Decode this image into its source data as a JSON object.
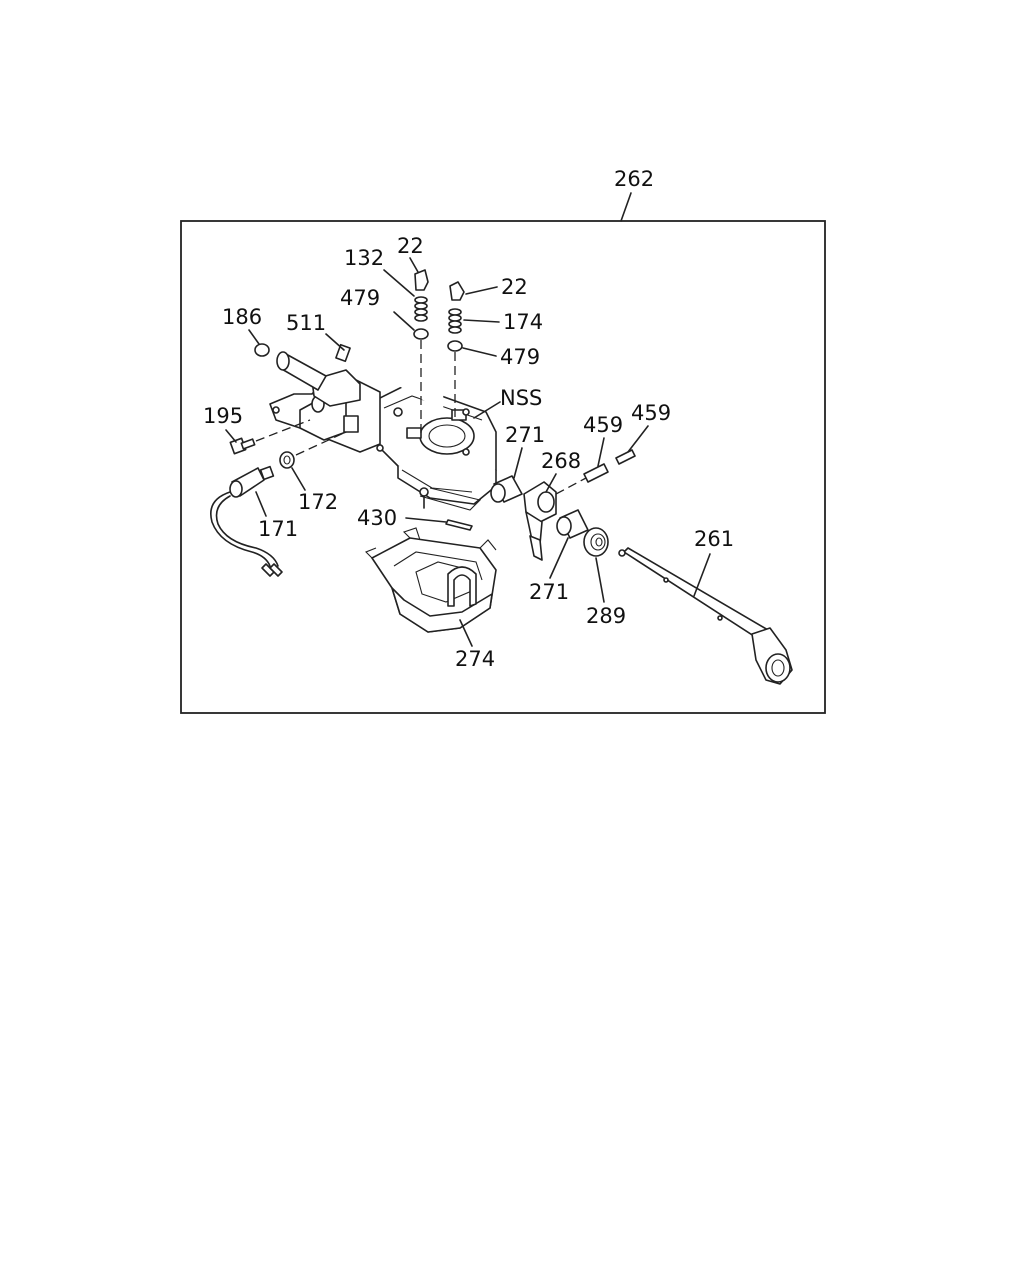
{
  "diagram": {
    "assembly_callout": "262",
    "callouts": {
      "c22a": "22",
      "c22b": "22",
      "c132": "132",
      "c479a": "479",
      "c479b": "479",
      "c174": "174",
      "c186": "186",
      "c511": "511",
      "cnss": "NSS",
      "c195": "195",
      "c271a": "271",
      "c271b": "271",
      "c268": "268",
      "c459a": "459",
      "c459b": "459",
      "c172": "172",
      "c171": "171",
      "c430": "430",
      "c261": "261",
      "c289": "289",
      "c274": "274"
    }
  }
}
